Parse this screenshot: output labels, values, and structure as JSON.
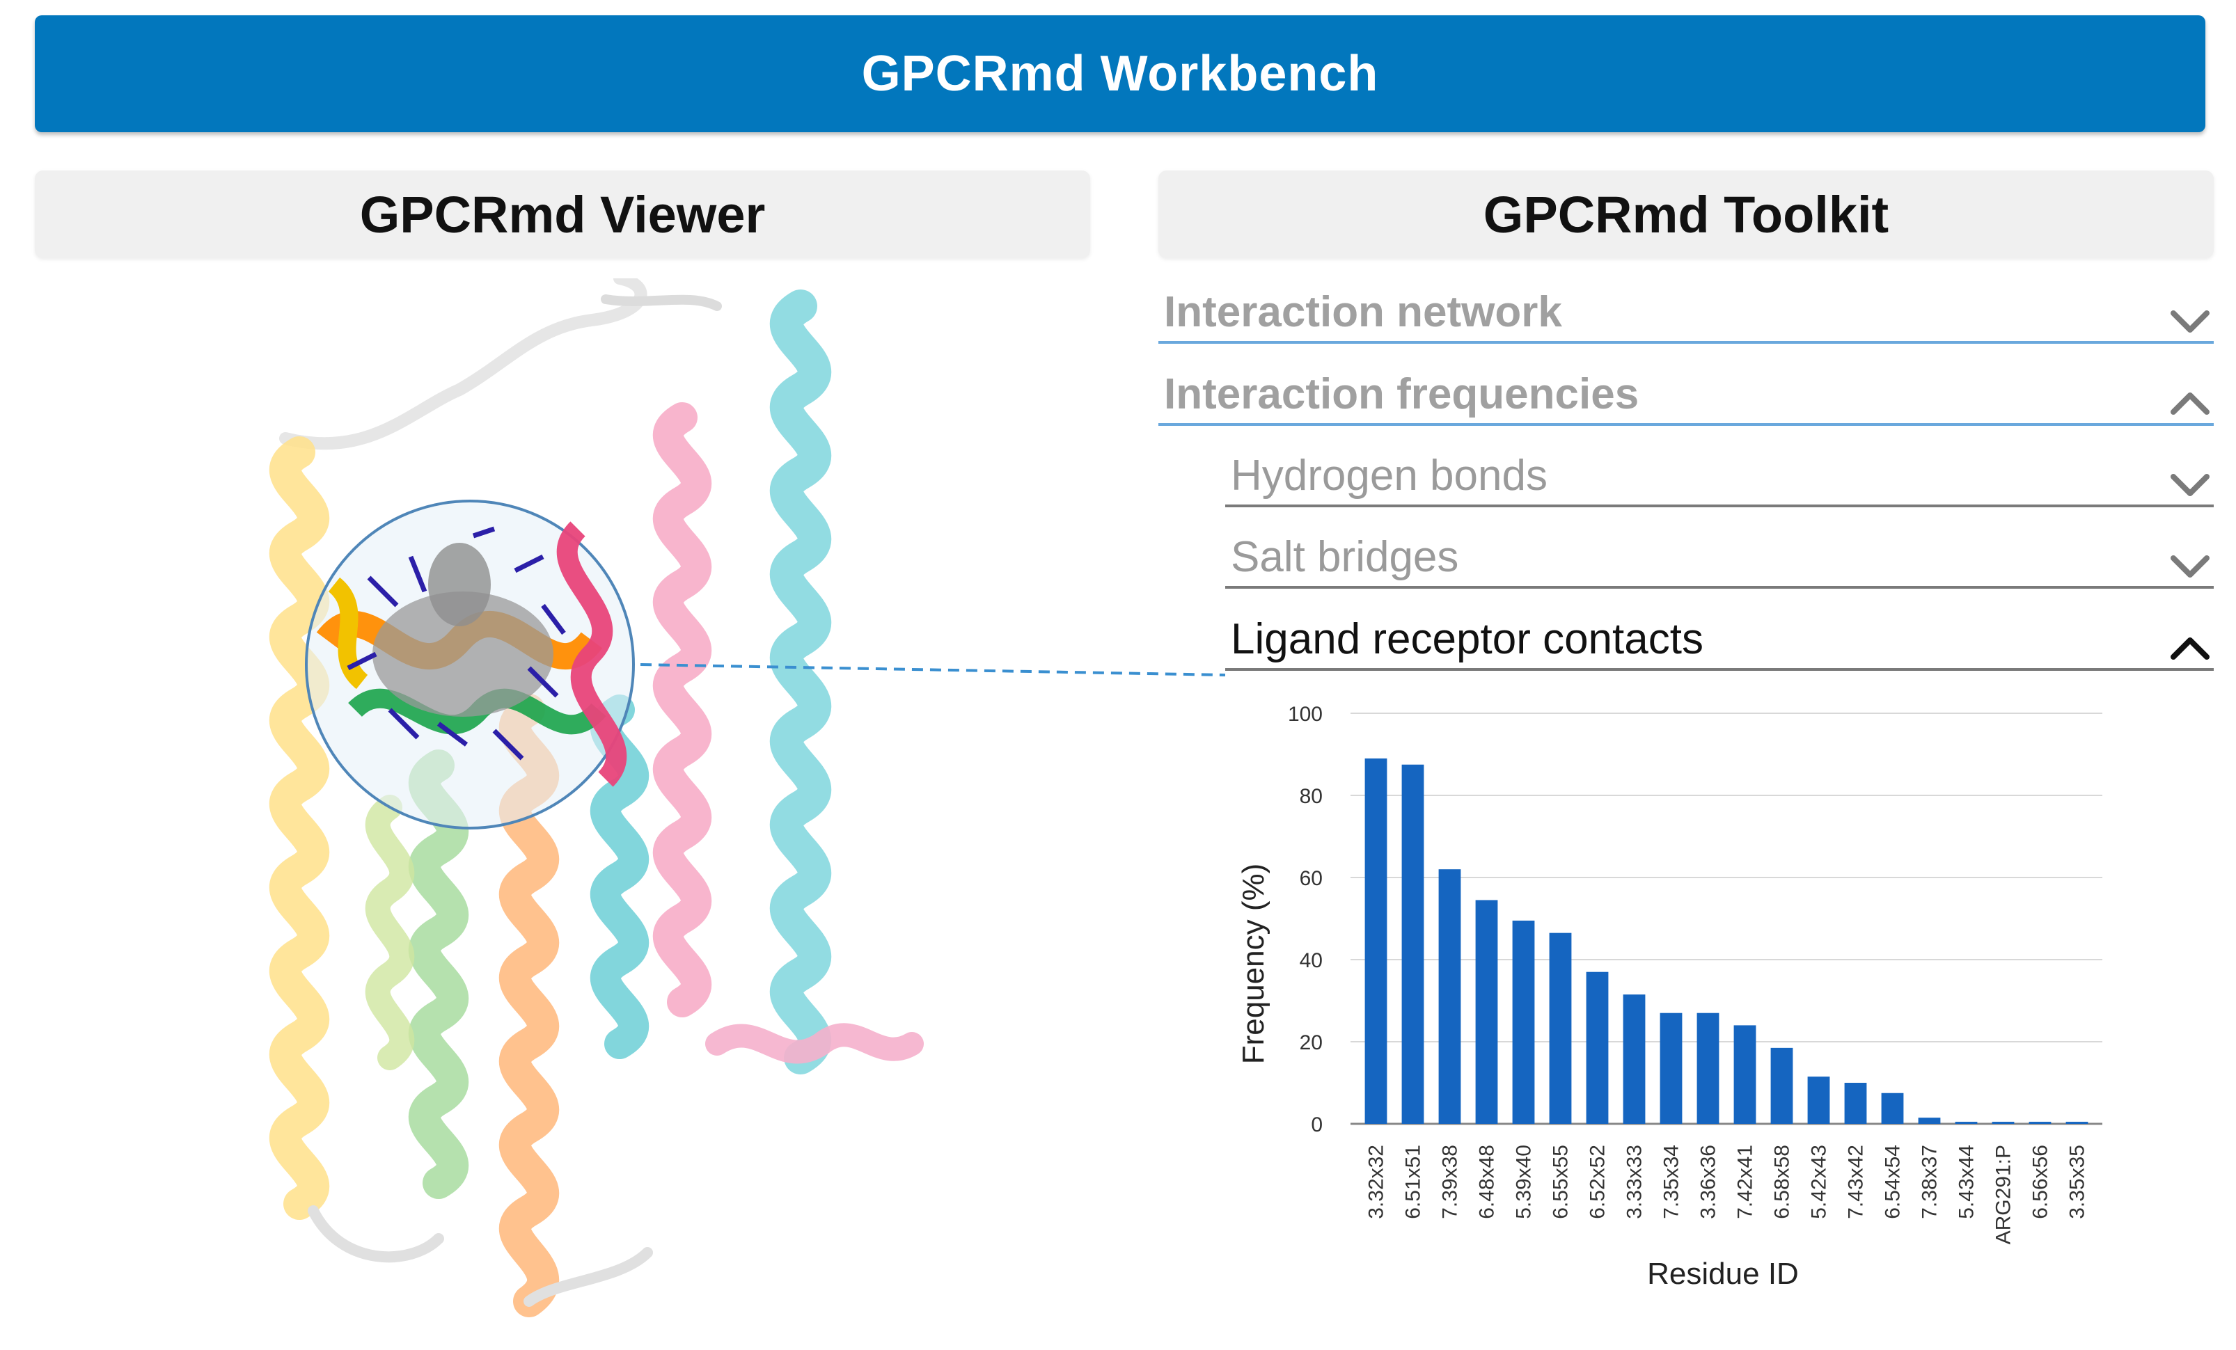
{
  "header": {
    "title": "GPCRmd Workbench"
  },
  "viewer": {
    "title": "GPCRmd Viewer"
  },
  "toolkit": {
    "title": "GPCRmd Toolkit",
    "sections": [
      {
        "label": "Interaction network",
        "expanded": false
      },
      {
        "label": "Interaction frequencies",
        "expanded": true
      }
    ],
    "subsections": [
      {
        "label": "Hydrogen bonds",
        "expanded": false
      },
      {
        "label": "Salt bridges",
        "expanded": false
      },
      {
        "label": "Ligand receptor contacts",
        "expanded": true
      }
    ]
  },
  "icons": {
    "collapsed": "chevron-down-icon",
    "expanded": "chevron-up-icon"
  },
  "colors": {
    "banner": "#0277bd",
    "bar": "#1565c0",
    "section_line": "#6aa8dd"
  },
  "chart_data": {
    "type": "bar",
    "categories": [
      "3.32x32",
      "6.51x51",
      "7.39x38",
      "6.48x48",
      "5.39x40",
      "6.55x55",
      "6.52x52",
      "3.33x33",
      "7.35x34",
      "3.36x36",
      "7.42x41",
      "6.58x58",
      "5.42x43",
      "7.43x42",
      "6.54x54",
      "7.38x37",
      "5.43x44",
      "ARG291:P",
      "6.56x56",
      "3.35x35"
    ],
    "values": [
      89,
      87.5,
      62,
      54.5,
      49.5,
      46.5,
      37,
      31.5,
      27,
      27,
      24,
      18.5,
      11.5,
      10,
      7.5,
      1.5,
      0.5,
      0.5,
      0.5,
      0.5
    ],
    "xlabel": "Residue ID",
    "ylabel": "Frequency (%)",
    "ylim": [
      0,
      100
    ],
    "yticks": [
      0,
      20,
      40,
      60,
      80,
      100
    ],
    "grid": true
  }
}
